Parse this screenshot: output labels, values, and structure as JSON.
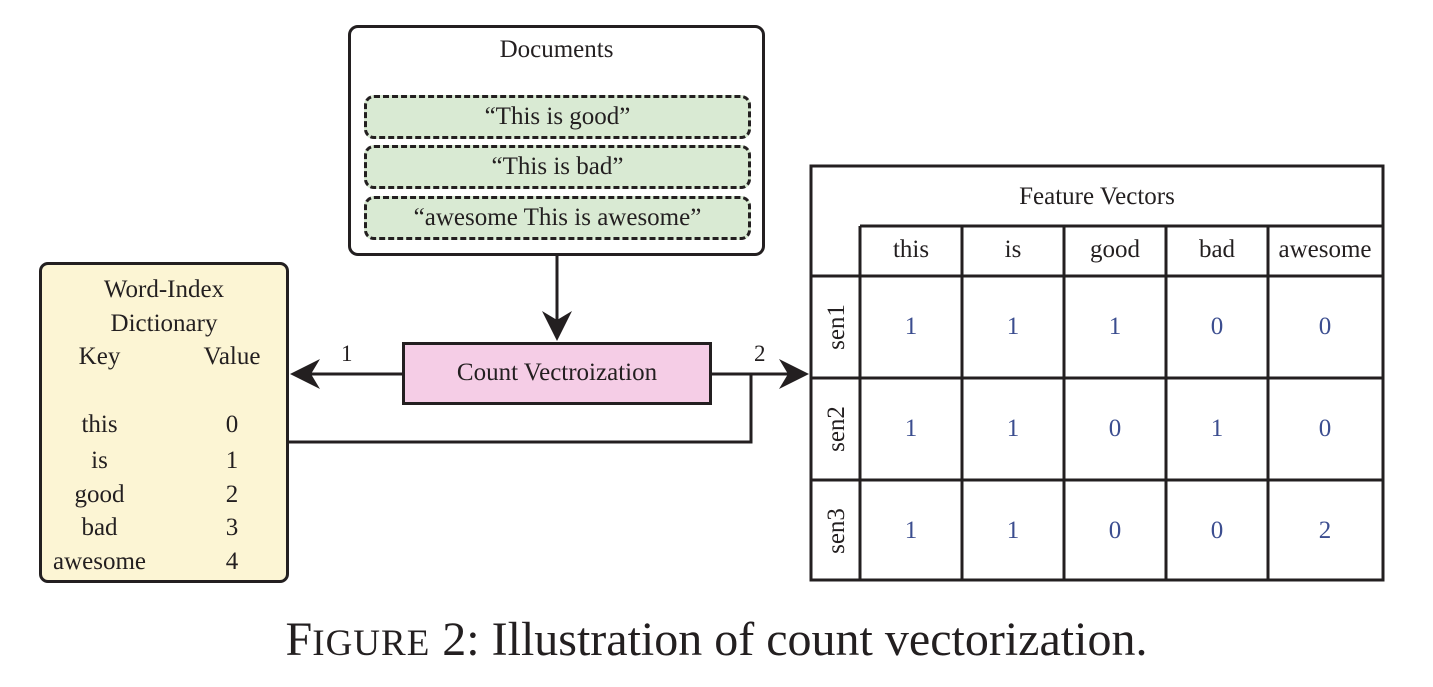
{
  "documents": {
    "title": "Documents",
    "items": [
      "“This is good”",
      "“This is bad”",
      "“awesome This is awesome”"
    ]
  },
  "process": {
    "label": "Count Vectroization",
    "arrow_left_label": "1",
    "arrow_right_label": "2"
  },
  "dictionary": {
    "title_line1": "Word-Index",
    "title_line2": "Dictionary",
    "key_header": "Key",
    "value_header": "Value",
    "entries": [
      {
        "key": "this",
        "value": "0"
      },
      {
        "key": "is",
        "value": "1"
      },
      {
        "key": "good",
        "value": "2"
      },
      {
        "key": "bad",
        "value": "3"
      },
      {
        "key": "awesome",
        "value": "4"
      }
    ]
  },
  "feature_vectors": {
    "title": "Feature Vectors",
    "columns": [
      "this",
      "is",
      "good",
      "bad",
      "awesome"
    ],
    "rows": [
      {
        "label": "sen1",
        "values": [
          "1",
          "1",
          "1",
          "0",
          "0"
        ]
      },
      {
        "label": "sen2",
        "values": [
          "1",
          "1",
          "0",
          "1",
          "0"
        ]
      },
      {
        "label": "sen3",
        "values": [
          "1",
          "1",
          "0",
          "0",
          "2"
        ]
      }
    ]
  },
  "caption": {
    "figure_word_first": "F",
    "figure_word_rest": "IGURE",
    "text": " 2: Illustration of count vectorization."
  },
  "colors": {
    "line": "#231f20",
    "documents_fill": "#d9ead3",
    "process_fill": "#f5cde6",
    "dictionary_fill": "#fcf5d4",
    "numbers": "#3b4d8f"
  }
}
